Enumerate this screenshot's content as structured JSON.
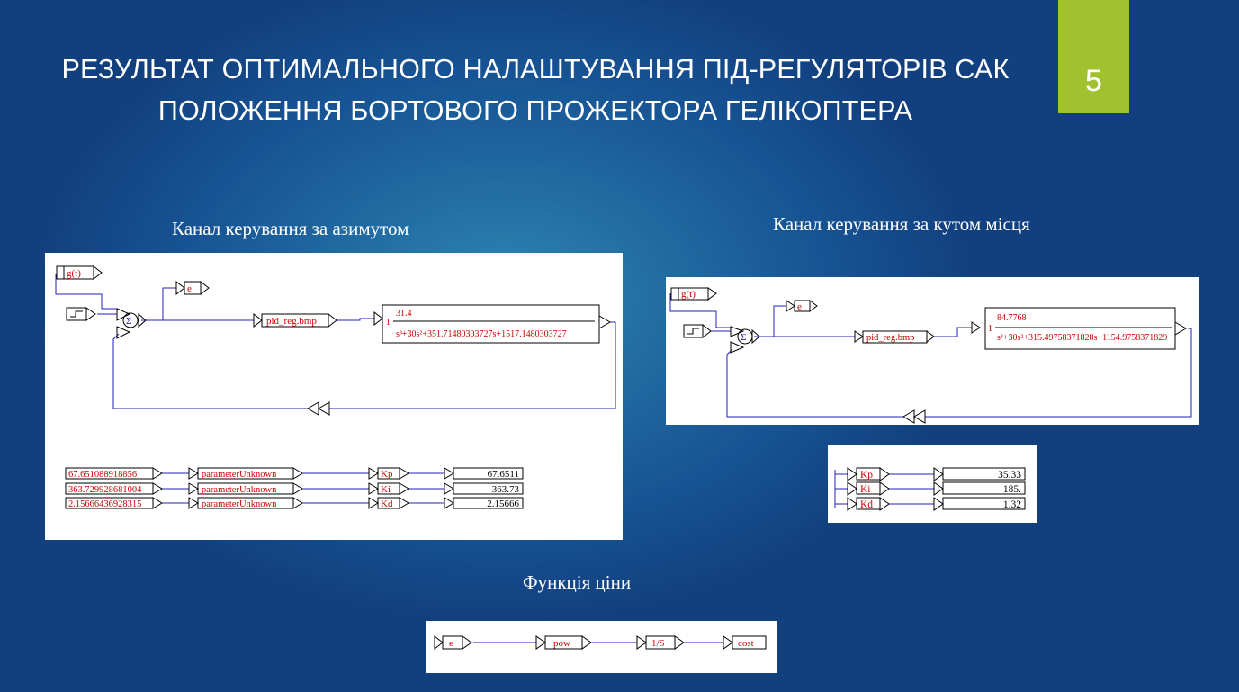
{
  "slide": {
    "title_line1": "РЕЗУЛЬТАТ ОПТИМАЛЬНОГО НАЛАШТУВАННЯ ПІД-РЕГУЛЯТОРІВ САК",
    "title_line2": "ПОЛОЖЕННЯ БОРТОВОГО ПРОЖЕКТОРА ГЕЛІКОПТЕРА",
    "page_number": "5"
  },
  "captions": {
    "azimuth": "Канал керування за азимутом",
    "elevation": "Канал керування за кутом місця",
    "cost": "Функція ціни"
  },
  "azimuth_diagram": {
    "gt": "g(t)",
    "e": "e",
    "sum": "Σ",
    "pid": "pid_reg.bmp",
    "tf_gain": "1",
    "tf_num": "31.4",
    "tf_den": "s³+30s²+351.71480303727s+1517.1480303727"
  },
  "azimuth_params": {
    "rows": [
      {
        "input": "67.651088918856",
        "block": "parameterUnknown",
        "name": "Kp",
        "value": "67.6511"
      },
      {
        "input": "363.729928681004",
        "block": "parameterUnknown",
        "name": "Ki",
        "value": "363.73"
      },
      {
        "input": "2.15666436928315",
        "block": "parameterUnknown",
        "name": "Kd",
        "value": "2.15666"
      }
    ]
  },
  "elevation_diagram": {
    "gt": "g(t)",
    "e": "e",
    "sum": "Σ",
    "pid": "pid_reg.bmp",
    "tf_gain": "1",
    "tf_num": "84.7768",
    "tf_den": "s³+30s²+315.49758371828s+1154.9758371829"
  },
  "elevation_params": {
    "rows": [
      {
        "name": "Kp",
        "value": "35.33"
      },
      {
        "name": "Ki",
        "value": "185."
      },
      {
        "name": "Kd",
        "value": "1.32"
      }
    ]
  },
  "cost_diagram": {
    "e": "e",
    "pow": "pow",
    "integrator": "1/S",
    "cost": "cost"
  },
  "colors": {
    "wire": "#2222bb",
    "label_red": "#cc0000",
    "accent": "#a1c22e"
  }
}
